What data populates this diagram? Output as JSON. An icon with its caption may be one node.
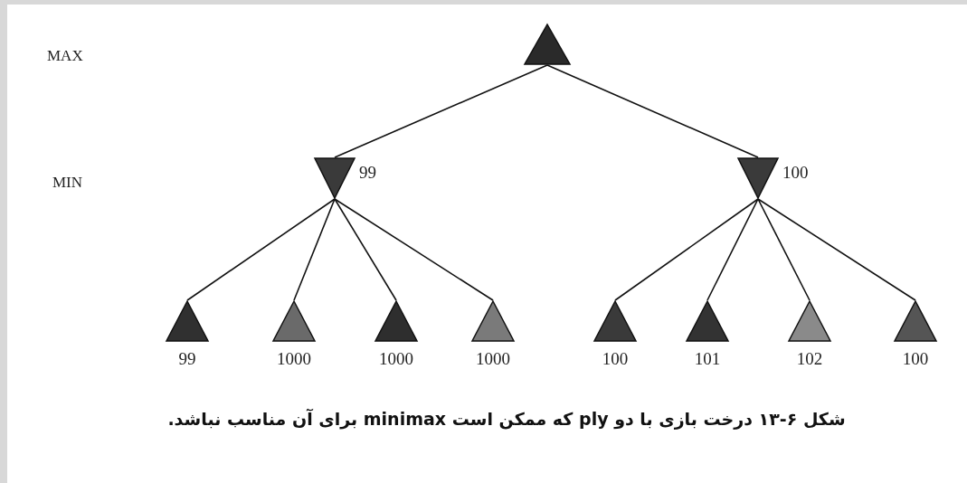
{
  "diagram": {
    "caption": "شکل ۶-۱۳ درخت بازی با دو ply که ممکن است minimax برای آن مناسب نباشد.",
    "nodes": [
      {
        "text": [],
        "shape": "triangle"
      },
      {
        "text": [],
        "shape": "triangle",
        "beside": [
          "99"
        ]
      },
      {
        "text": [],
        "shape": "triangle",
        "beside": [
          "100"
        ]
      },
      {
        "text": [],
        "shape": "triangle",
        "beside": [
          "99"
        ]
      },
      {
        "text": [],
        "shape": "triangle",
        "beside": [
          "1000"
        ]
      },
      {
        "text": [],
        "shape": "triangle",
        "beside": [
          "1000"
        ]
      },
      {
        "text": [],
        "shape": "triangle",
        "beside": [
          "1000"
        ]
      },
      {
        "text": [],
        "shape": "triangle",
        "beside": [
          "100"
        ]
      },
      {
        "text": [],
        "shape": "triangle",
        "beside": [
          "101"
        ]
      },
      {
        "text": [],
        "shape": "triangle",
        "beside": [
          "102"
        ]
      },
      {
        "text": [],
        "shape": "triangle",
        "beside": [
          "100"
        ]
      }
    ],
    "edges": [
      {
        "from": 0,
        "to": 1,
        "arrow": "none"
      },
      {
        "from": 0,
        "to": 2,
        "arrow": "none"
      },
      {
        "from": 1,
        "to": 3,
        "arrow": "none"
      },
      {
        "from": 1,
        "to": 4,
        "arrow": "none"
      },
      {
        "from": 1,
        "to": 5,
        "arrow": "none"
      },
      {
        "from": 1,
        "to": 6,
        "arrow": "none"
      },
      {
        "from": 2,
        "to": 7,
        "arrow": "none"
      },
      {
        "from": 2,
        "to": 8,
        "arrow": "none"
      },
      {
        "from": 2,
        "to": 9,
        "arrow": "none"
      },
      {
        "from": 2,
        "to": 10,
        "arrow": "none"
      }
    ],
    "labels": [
      "MAX",
      "MIN"
    ]
  }
}
